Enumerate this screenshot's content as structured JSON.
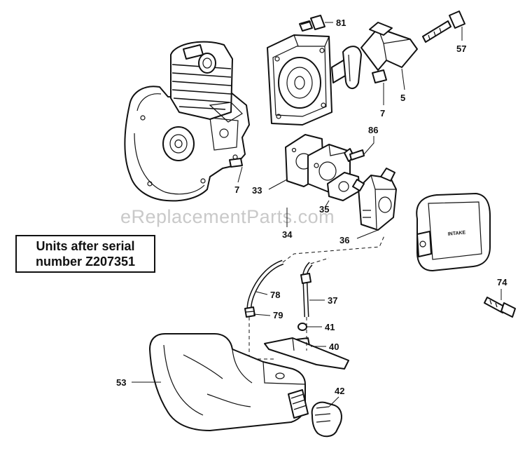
{
  "note": {
    "line1": "Units after serial",
    "line2": "number Z207351"
  },
  "watermark": "eReplacementParts.com",
  "intake_stamp": "INTAKE",
  "callouts": {
    "p81": "81",
    "p57": "57",
    "p5": "5",
    "p7a": "7",
    "p86": "86",
    "p7b": "7",
    "p33": "33",
    "p34": "34",
    "p35": "35",
    "p36": "36",
    "p74": "74",
    "p78": "78",
    "p37": "37",
    "p79": "79",
    "p41": "41",
    "p40": "40",
    "p53": "53",
    "p42": "42"
  }
}
